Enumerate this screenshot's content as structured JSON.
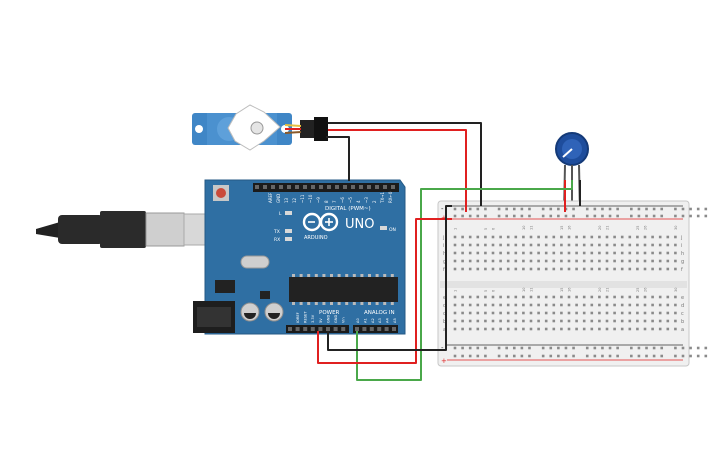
{
  "arduino": {
    "model": "UNO",
    "brand": "ARDUINO",
    "digital_label": "DIGITAL (PWM~)",
    "power_label": "POWER",
    "analog_label": "ANALOG IN",
    "led_l": "L",
    "led_tx": "TX",
    "led_rx": "RX",
    "led_on": "ON",
    "top_header_pins": [
      "AREF",
      "GND",
      "13",
      "12",
      "~11",
      "~10",
      "~9",
      "8",
      "7",
      "~6",
      "~5",
      "4",
      "~3",
      "2",
      "TX→1",
      "RX←0"
    ],
    "power_pins": [
      "IOREF",
      "RESET",
      "3.3V",
      "5V",
      "GND",
      "GND",
      "Vin"
    ],
    "analog_pins": [
      "A0",
      "A1",
      "A2",
      "A3",
      "A4",
      "A5"
    ]
  },
  "breadboard": {
    "row_letters_top": [
      "j",
      "i",
      "h",
      "g",
      "f"
    ],
    "row_letters_bottom": [
      "e",
      "d",
      "c",
      "b",
      "a"
    ],
    "rail_plus": "+",
    "rail_minus": "-",
    "column_count": 30
  },
  "colors": {
    "board": "#2f6fa3",
    "board_dark": "#245a86",
    "servo": "#3f86c6",
    "wire_red": "#e02020",
    "wire_black": "#222222",
    "wire_green": "#4aa84a",
    "pot": "#1e4d9c",
    "breadboard": "#f0f0f0"
  },
  "icons": {
    "arduino_logo": "infinity-logo-icon",
    "usb_cable": "usb-cable-icon"
  }
}
